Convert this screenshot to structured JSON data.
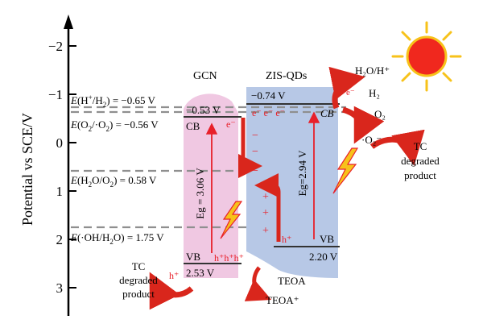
{
  "axis": {
    "label": "Potential vs SCE/V",
    "ticks": [
      "−2",
      "−1",
      "0",
      "1",
      "2",
      "3"
    ]
  },
  "potentials": {
    "h_plus_h2": {
      "species_open": "(H",
      "species_sup": "+",
      "species_mid": "/H",
      "species_sub": "2",
      "value": ") = −0.65 V"
    },
    "o2_o2": {
      "species_open": "(O",
      "species_sub1": "2",
      "species_mid": "/·O",
      "species_sub2": "2",
      "value": ") = −0.56 V"
    },
    "h2o_o2": {
      "species_open": "(H",
      "species_sub1": "2",
      "species_mid": "O/O",
      "species_sub2": "2",
      "value": ") = 0.58 V"
    },
    "oh_h2o": {
      "species_open": "(·OH/H",
      "species_sub": "2",
      "value": "O) = 1.75 V"
    },
    "e_symbol": "E"
  },
  "gcn": {
    "name": "GCN",
    "cb_label": "CB",
    "vb_label": "VB",
    "cb_value": "−0.53 V",
    "vb_value": "2.53 V",
    "band_gap": "Eg = 3.06 V",
    "vb_holes": "h⁺h⁺h⁺",
    "electron": "e⁻",
    "fill": "#f0c8e2"
  },
  "zis": {
    "name": "ZIS-QDs",
    "cb_label": "CB",
    "vb_label": "VB",
    "cb_value": "−0.74 V",
    "vb_value": "2.20 V",
    "band_gap": "Eg=2.94 V",
    "cb_electrons": "e⁻ e⁻ e⁻",
    "hole": "h⁺",
    "fill": "#b7c8e6"
  },
  "charges": {
    "minus": [
      "−",
      "−",
      "−"
    ],
    "plus": [
      "+",
      "+",
      "+"
    ]
  },
  "reactions": {
    "h2o_h": "H₂O/H⁺",
    "electron": "e⁻",
    "h2": "H₂",
    "o2": "O₂",
    "superoxide": "·O₂⁻",
    "tc_right": [
      "TC",
      "degraded",
      "product"
    ],
    "tc_left": [
      "TC",
      "degraded",
      "product"
    ],
    "hole_left": "h⁺",
    "teoa": "TEOA",
    "teoa_plus": "TEOA⁺"
  },
  "colors": {
    "red": "#e8202a",
    "arrow": "#d9261c",
    "dashed": "#8f8f8f",
    "lightning": "#f7c21a",
    "sun": "#f0281e",
    "sun_ray": "#f7c21a"
  }
}
